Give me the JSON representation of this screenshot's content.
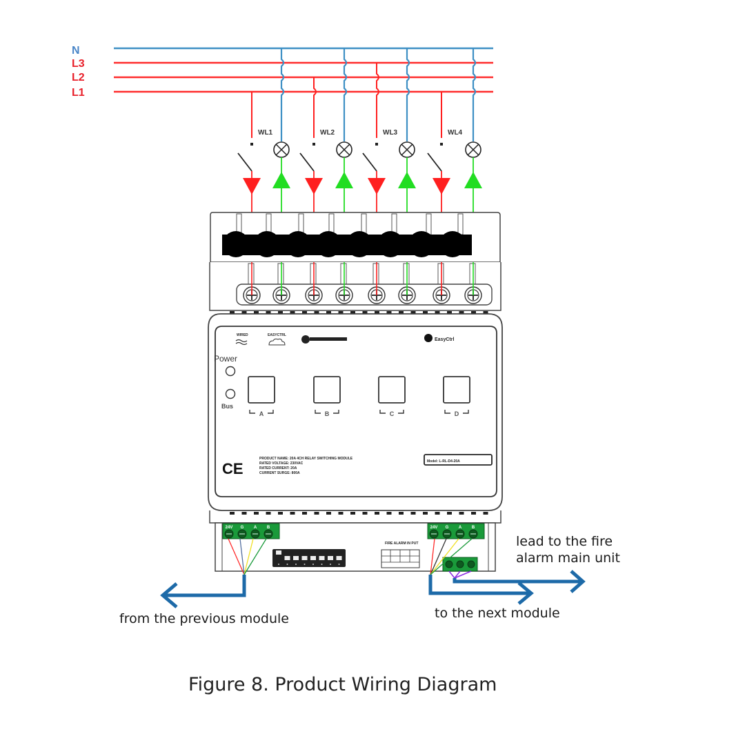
{
  "figure": {
    "caption": "Figure 8. Product Wiring Diagram"
  },
  "buses": [
    {
      "label": "N",
      "color": "#4a86c8"
    },
    {
      "label": "L3",
      "color": "#e8202a"
    },
    {
      "label": "L2",
      "color": "#e8202a"
    },
    {
      "label": "L1",
      "color": "#e8202a"
    }
  ],
  "loads": [
    {
      "label": "WL1"
    },
    {
      "label": "WL2"
    },
    {
      "label": "WL3"
    },
    {
      "label": "WL4"
    }
  ],
  "module": {
    "brand": "EasyCtrl",
    "wired_label": "WIRED",
    "easyctrl_label": "EASYCTRL",
    "power_label": "Power",
    "bus_label": "Bus",
    "buttons": [
      "A",
      "B",
      "C",
      "D"
    ],
    "ce_mark": "CE",
    "product_info": [
      "PRODUCT NAME: 20A 4CH RELAY SWITCHING MODULE",
      "RATED VOLTAGE: 230VAC",
      "RATED CURRENT: 20A",
      "CURRENT SURGE: 800A"
    ],
    "model": "Model: L-RL-D4-20A",
    "bus_terminals": [
      "24V",
      "G",
      "A",
      "B"
    ],
    "fire_label": "FIRE ALARM IN PUT"
  },
  "colors": {
    "neutral": "#3d8fc4",
    "phase": "#ff1f1f",
    "load_return": "#22dd22",
    "arrow_blue": "#1d6aa8",
    "terminal_green": "#1a9a3a"
  },
  "annotations": {
    "from_previous": "from the previous module",
    "to_next": "to the next module",
    "fire_alarm_line1": "lead to the fire",
    "fire_alarm_line2": "alarm main unit"
  }
}
